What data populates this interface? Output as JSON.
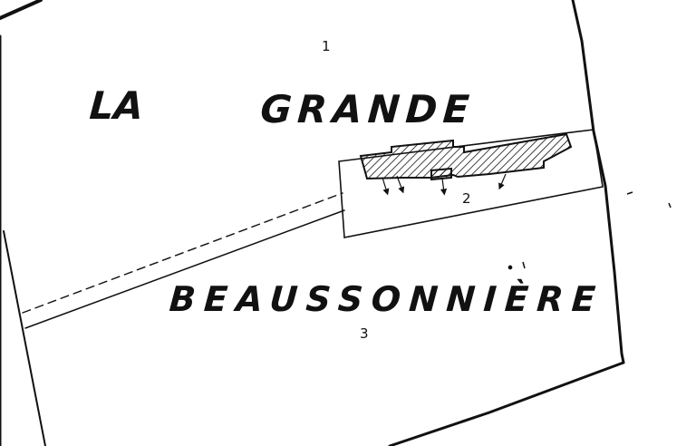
{
  "map": {
    "place_names": {
      "line1_word1": "LA",
      "line1_word2": "GRANDE",
      "line2": "BEAUSSONNIÈRE"
    },
    "parcel_numbers": [
      "1",
      "2",
      "3"
    ]
  }
}
